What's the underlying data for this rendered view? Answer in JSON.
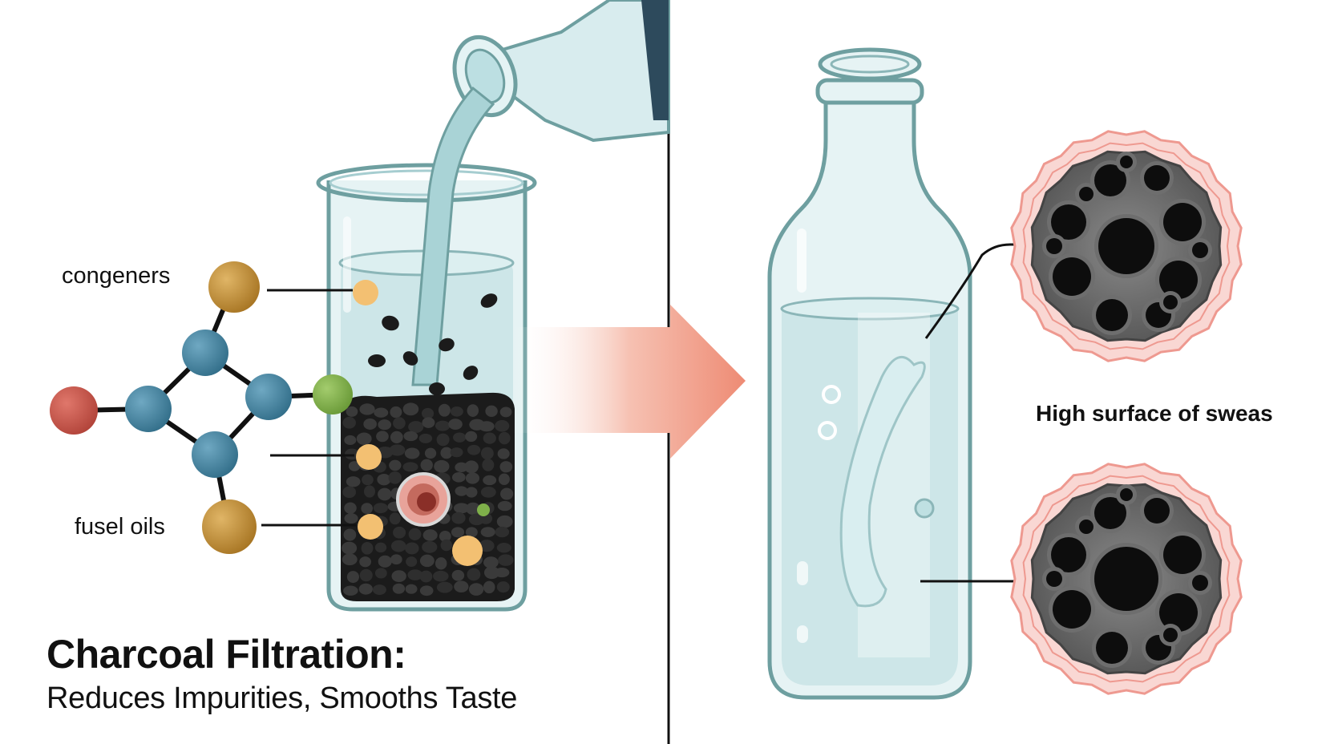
{
  "labels": {
    "congeners": "congeners",
    "fusel_oils": "fusel oils",
    "surface": "High surface of sweas"
  },
  "title": "Charcoal Filtration:",
  "subtitle": "Reduces Impurities, Smooths Taste",
  "colors": {
    "water": "#cfe8ea",
    "glass_stroke": "#6e9fa0",
    "charcoal": "#1b1b1b",
    "molecule_blue": "#3f7f9b",
    "molecule_red": "#cf5b4f",
    "molecule_gold": "#c9953f",
    "molecule_green": "#7fb04a",
    "impurity_yellow": "#f3c072",
    "arrow": "#ee8b74",
    "pore_ring": "#f2a6a0"
  }
}
